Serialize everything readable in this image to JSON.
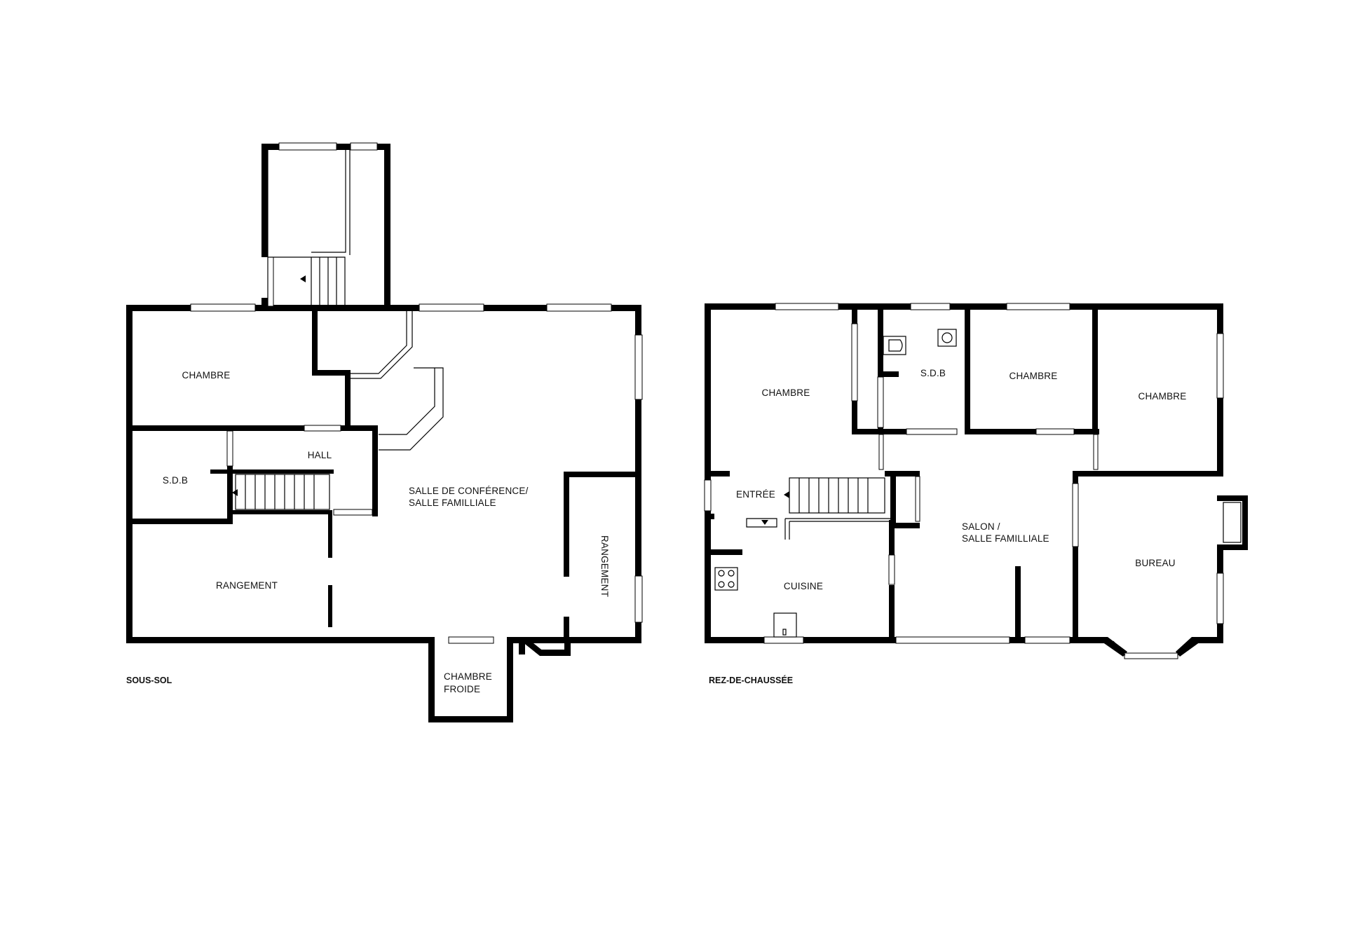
{
  "floors": {
    "basement": {
      "name": "SOUS-SOL",
      "rooms": {
        "chambre": "CHAMBRE",
        "sdb": "S.D.B",
        "hall": "HALL",
        "salle_line1": "SALLE DE CONFÉRENCE/",
        "salle_line2": "SALLE FAMILLIALE",
        "rangement_left": "RANGEMENT",
        "rangement_right": "RANGEMENT",
        "chambre_froide_line1": "CHAMBRE",
        "chambre_froide_line2": "FROIDE"
      }
    },
    "ground": {
      "name": "REZ-DE-CHAUSSÉE",
      "rooms": {
        "chambre_left": "CHAMBRE",
        "sdb": "S.D.B",
        "chambre_middle": "CHAMBRE",
        "chambre_right": "CHAMBRE",
        "entree": "ENTRÉE",
        "salon_line1": "SALON /",
        "salon_line2": "SALLE FAMILLIALE",
        "cuisine": "CUISINE",
        "bureau": "BUREAU"
      }
    }
  }
}
